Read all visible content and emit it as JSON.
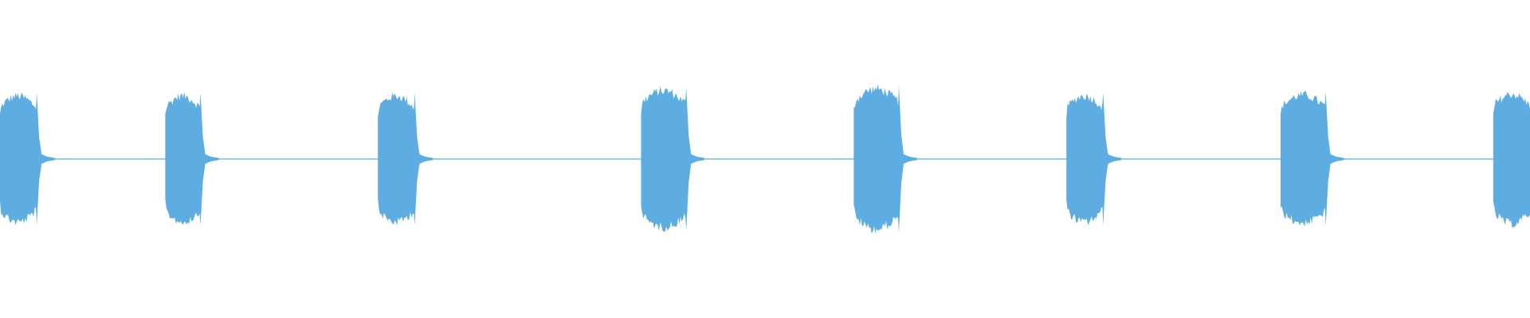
{
  "waveform": {
    "color": "#5dade2",
    "background": "#ffffff",
    "chart_data": {
      "type": "area",
      "title": "",
      "xlabel": "",
      "ylabel": "",
      "xlim": [
        0,
        1
      ],
      "ylim": [
        -1,
        1
      ],
      "grid": false,
      "baseline_amplitude": 0.01,
      "bursts": [
        {
          "start": 0.0,
          "end": 0.0235,
          "amplitude": 0.72
        },
        {
          "start": 0.108,
          "end": 0.1305,
          "amplitude": 0.72
        },
        {
          "start": 0.247,
          "end": 0.2705,
          "amplitude": 0.72
        },
        {
          "start": 0.419,
          "end": 0.448,
          "amplitude": 0.78
        },
        {
          "start": 0.558,
          "end": 0.587,
          "amplitude": 0.8
        },
        {
          "start": 0.697,
          "end": 0.7205,
          "amplitude": 0.72
        },
        {
          "start": 0.837,
          "end": 0.866,
          "amplitude": 0.73
        },
        {
          "start": 0.976,
          "end": 1.0,
          "amplitude": 0.74
        }
      ]
    }
  }
}
